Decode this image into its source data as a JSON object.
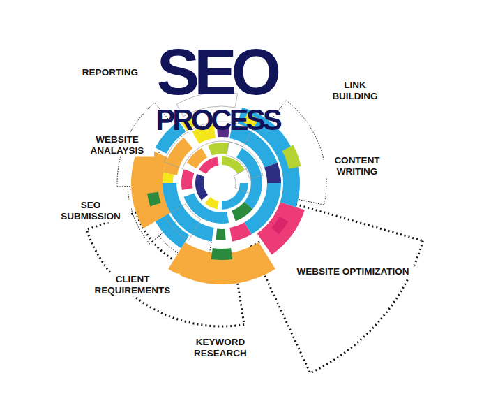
{
  "diagram": {
    "title": "SEO",
    "labels": [
      "PROCESS",
      "REPORTING",
      "LINK BUILDING",
      "WEBSITE ANALAYSIS",
      "CONTENT WRITING",
      "SEO SUBMISSION",
      "CLIENT REQUIREMENTS",
      "WEBSITE OPTIMIZATION",
      "KEYWORD RESEARCH"
    ]
  }
}
